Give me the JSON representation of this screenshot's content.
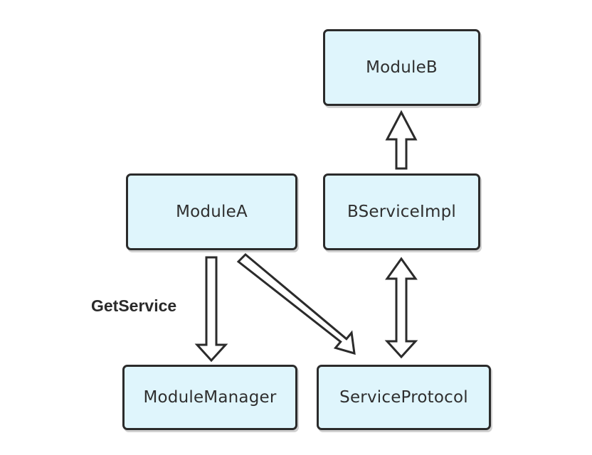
{
  "nodes": {
    "moduleb": "ModuleB",
    "bserviceimpl": "BServiceImpl",
    "modulea": "ModuleA",
    "modulemanager": "ModuleManager",
    "serviceprotocol": "ServiceProtocol"
  },
  "edges": {
    "getservice_label": "GetService"
  },
  "colors": {
    "node_fill": "#dff5fc",
    "stroke": "#2b2b2b"
  }
}
